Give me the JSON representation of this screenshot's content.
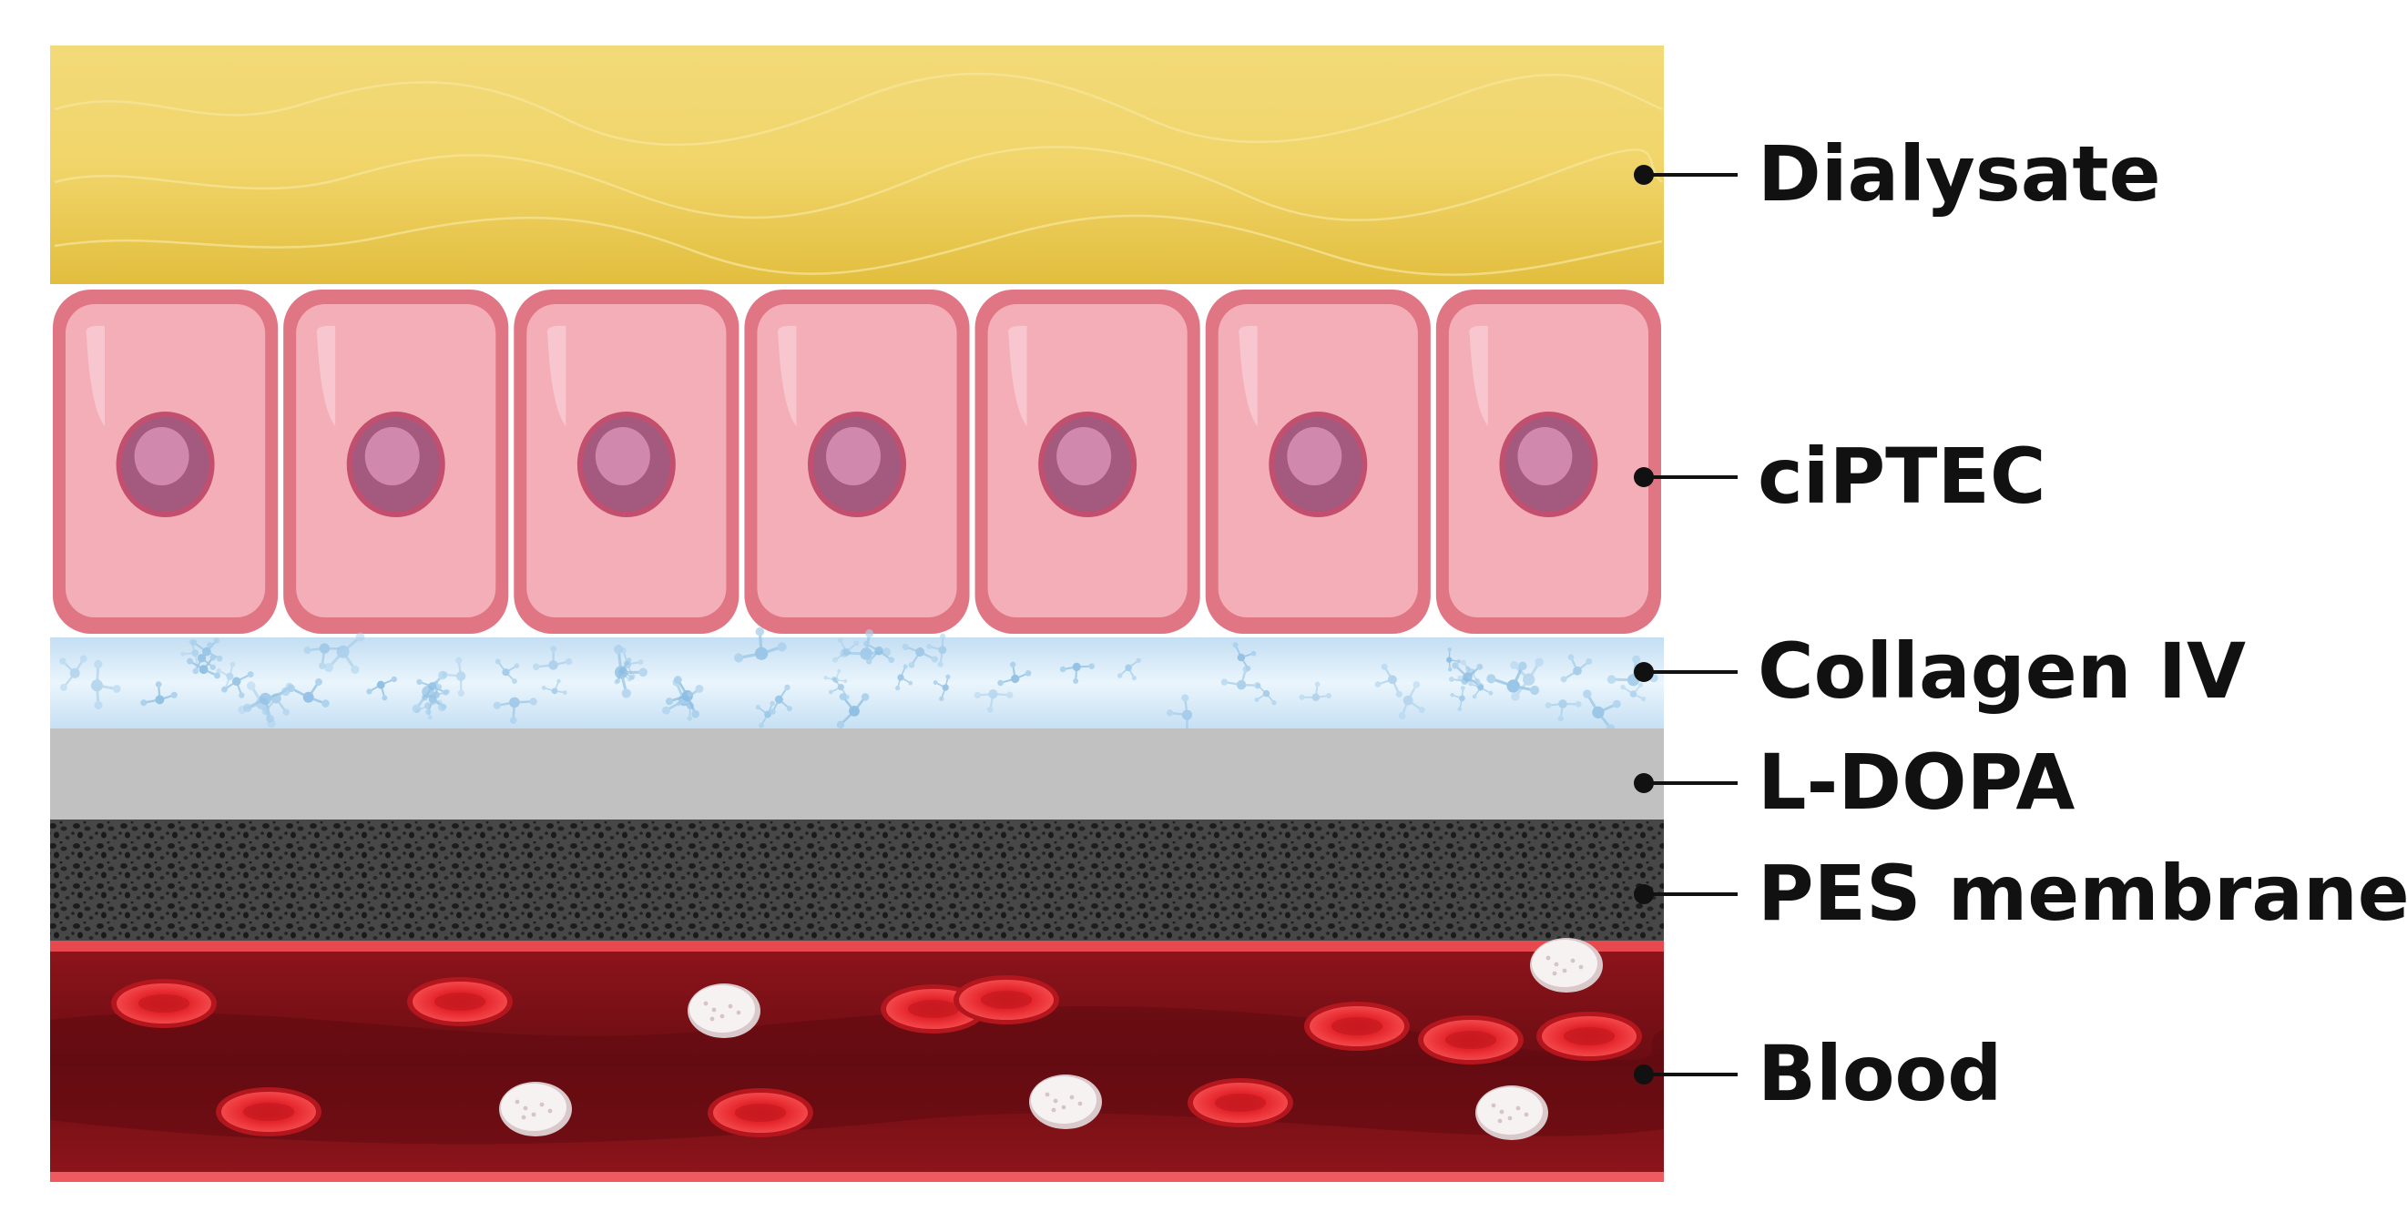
{
  "layers": [
    {
      "id": "dialysate",
      "label": "Dialysate",
      "color": "#EBC94F"
    },
    {
      "id": "ciptec",
      "label": "ciPTEC",
      "color": "#F2A9B4"
    },
    {
      "id": "collagen",
      "label": "Collagen IV",
      "color": "#CDE6F6"
    },
    {
      "id": "ldopa",
      "label": "L-DOPA",
      "color": "#C0C0C0"
    },
    {
      "id": "pes",
      "label": "PES membrane",
      "color": "#3A3A3A"
    },
    {
      "id": "blood",
      "label": "Blood",
      "color": "#7A1016"
    }
  ],
  "cells": {
    "count": 7,
    "body_color": "#F4AEB8",
    "border_color": "#E07684",
    "nucleus_color": "#A35A7E"
  },
  "blood_cells": {
    "red_count": 10,
    "white_count": 5,
    "red_color": "#E8262B",
    "white_color": "#F7F2F2"
  }
}
